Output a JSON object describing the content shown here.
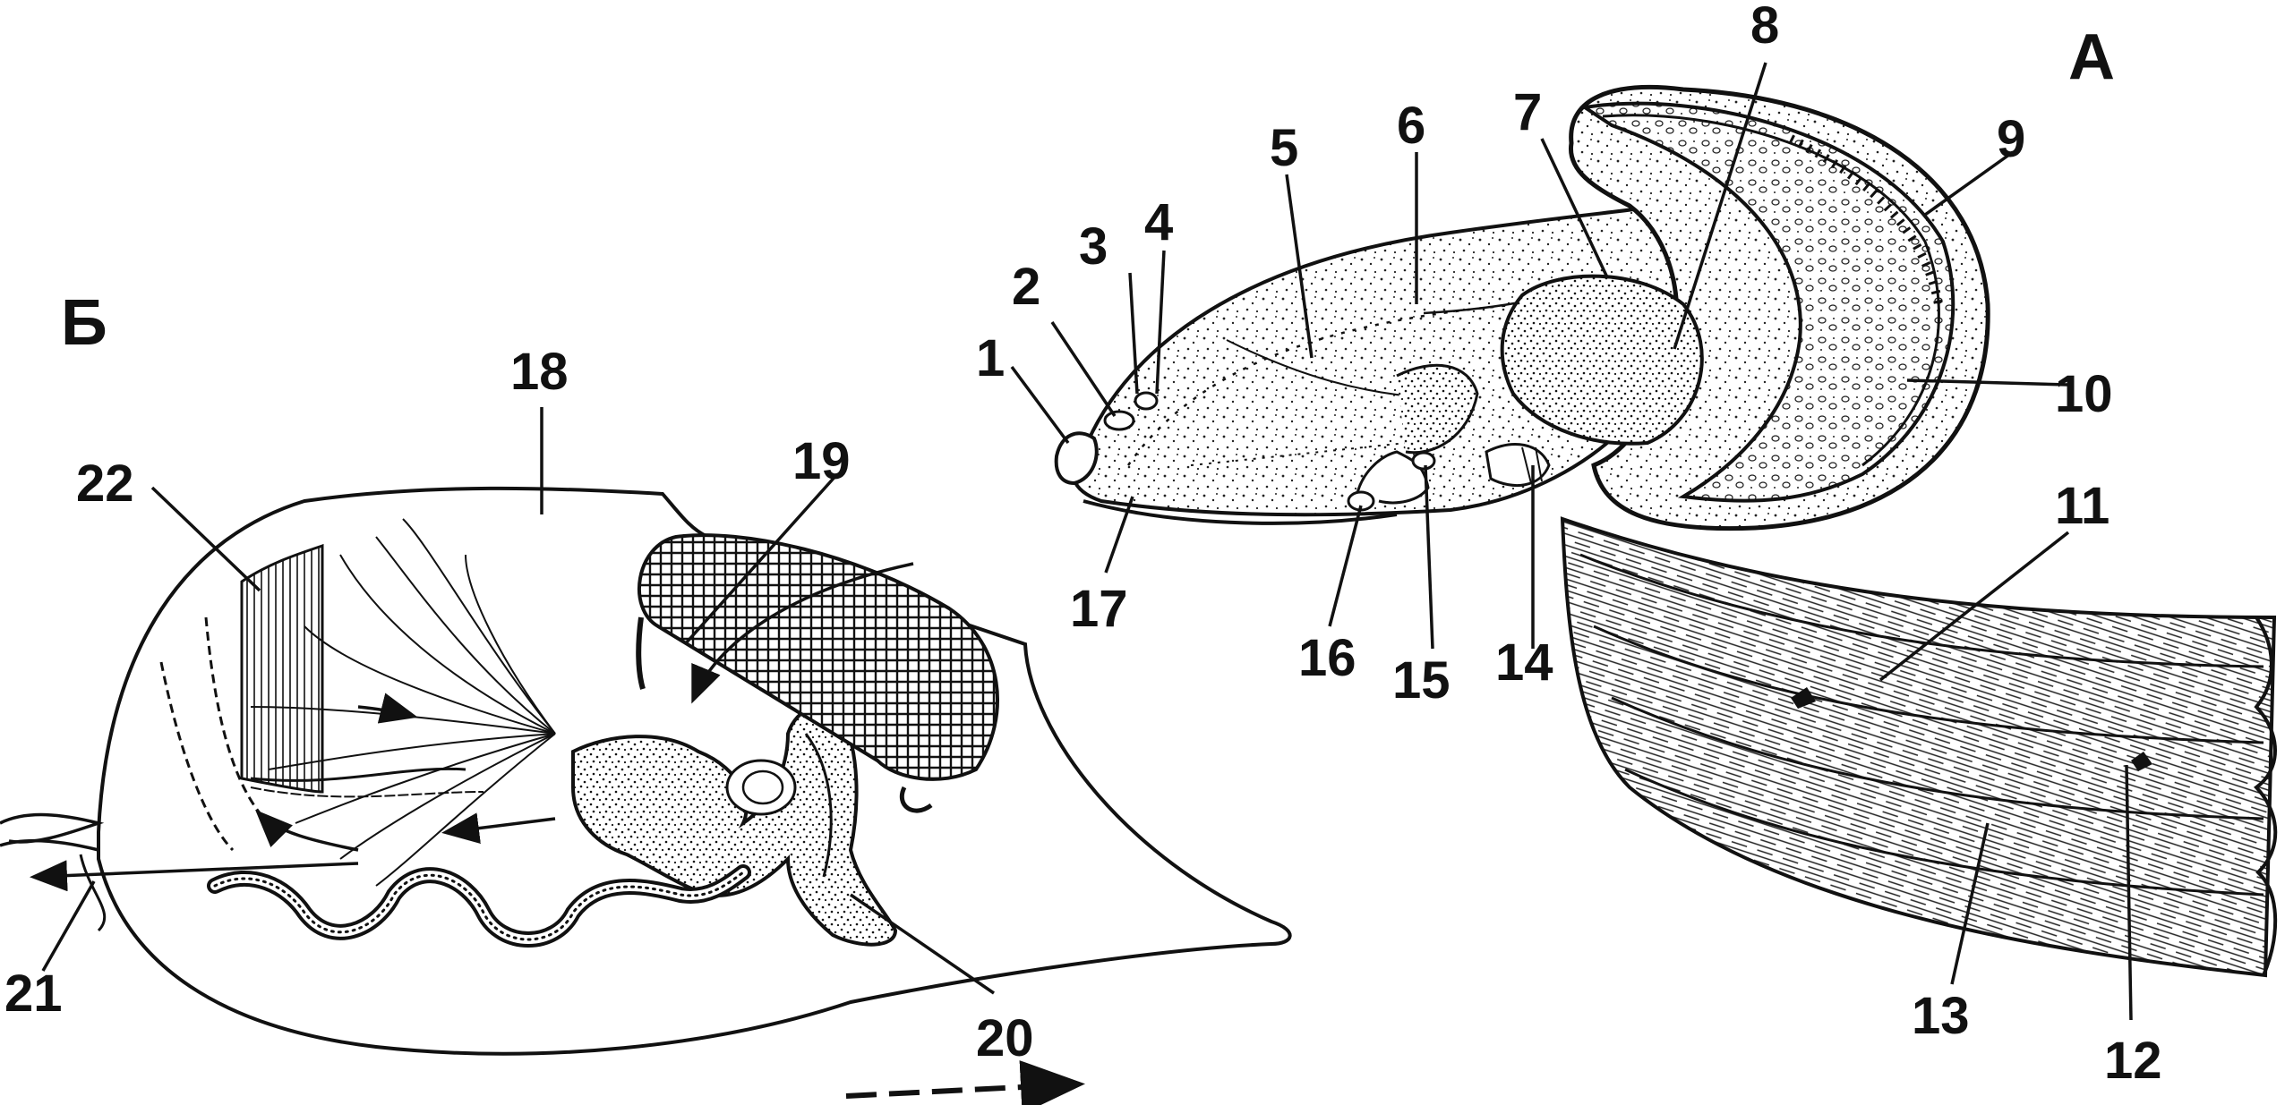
{
  "panels": {
    "a_letter": "А",
    "b_letter": "Б"
  },
  "labels": {
    "n1": "1",
    "n2": "2",
    "n3": "3",
    "n4": "4",
    "n5": "5",
    "n6": "6",
    "n7": "7",
    "n8": "8",
    "n9": "9",
    "n10": "10",
    "n11": "11",
    "n12": "12",
    "n13": "13",
    "n14": "14",
    "n15": "15",
    "n16": "16",
    "n17": "17",
    "n18": "18",
    "n19": "19",
    "n20": "20",
    "n21": "21",
    "n22": "22"
  }
}
